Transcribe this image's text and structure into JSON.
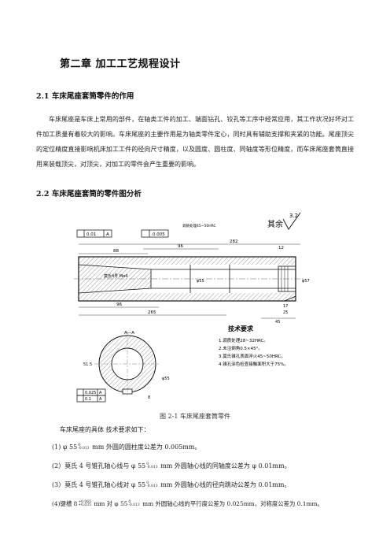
{
  "chapter": {
    "title": "第二章    加工工艺规程设计"
  },
  "section1": {
    "heading": "2.1 车床尾座套筒零件的作用",
    "paragraph": "车床尾座是车床上常用的部件，在轴类工件的加工、端面钻孔、铰孔等工序中经常应用，其工作状况好坏对工件加工质量有着较大的影响。车床尾座的主要作用是为轴类零件定心，同时具有辅助支撑和夹紧的功能。尾座顶尖的定位精度直接影响机床加工工件的径向尺寸精度，以及圆度、圆柱度、同轴度等形位精度，而车床尾座套筒直接用来装载顶尖，对顶尖，对加工的零件会产生重要的影响。"
  },
  "section2": {
    "heading": "2.2  车床尾座套筒的零件图分析"
  },
  "drawing": {
    "remainder_label": "其余",
    "remainder_roughness": "3.2",
    "tech_req_title": "技术要求",
    "tech_reqs": [
      "1.调质处理28~32HRC。",
      "2.未注倒角0.5×45°。",
      "3.莫氏锥孔表面淬火45~50HRC。",
      "4.锥孔涂色检查接触面积大于75%。"
    ],
    "section_label": "A—A",
    "fcf_top": [
      "0.01",
      "A"
    ],
    "fcf_top2": [
      "0.005"
    ],
    "fcf_bottom": [
      [
        "0.025",
        "A"
      ],
      [
        "0.1",
        "A"
      ]
    ],
    "dims": {
      "total": "265",
      "length_a": "282",
      "left_gap": "88",
      "mid": "96",
      "bottom1": "96",
      "bottom2": "265",
      "right1": "12",
      "right2": "45",
      "right3": "17",
      "right4": "25",
      "dia_main": "φ55",
      "dia_outer": "φ57",
      "morse": "莫氏4号 Mo4",
      "note_top": "调质处理45~50HRC",
      "keyway": "8",
      "section_h": "51.5",
      "section_d": "φ55"
    }
  },
  "figure": {
    "caption": "图 2-1 车床尾座套筒零件"
  },
  "requirements": {
    "intro": "车床尾座的具体  技术要求如下：",
    "items": [
      {
        "prefix": "(1)   φ 55",
        "upper": "0",
        "lower": "-0.013",
        "suffix": " mm 外圆的圆柱度公差为 0.005mm。"
      },
      {
        "prefix": "(2）莫氏 4 号锥孔轴心线与 φ 55",
        "upper": "0",
        "lower": "-0.013",
        "suffix": " mm 外圆轴心线的同轴度公差为 φ 0.01mm。"
      },
      {
        "prefix": "(3）莫氏 4 号锥孔轴心线对 φ 55",
        "upper": "0",
        "lower": "-0.013",
        "suffix": " mm 外圆轴心线的径向跳动公差为 0.01mm。"
      },
      {
        "prefix": "(4)键槽 8",
        "upper": "+0.065",
        "lower": "+0.035",
        "suffix": " mm 对 φ 55",
        "upper2": "0",
        "lower2": "-0.013",
        "suffix2": " mm 外圆轴心线的平行度公差为 0.025mm，对称度公差为 0.1mm。"
      }
    ]
  }
}
